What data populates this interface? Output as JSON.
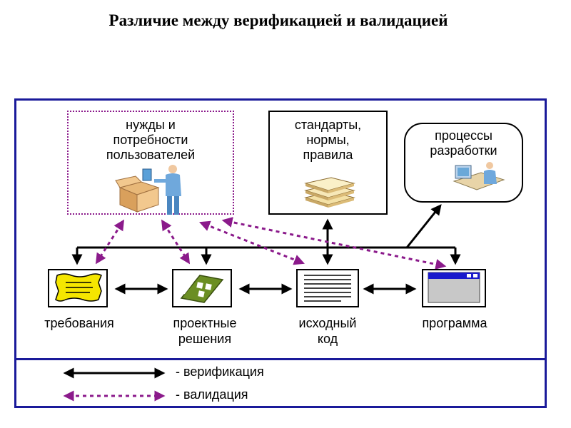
{
  "title": "Различие между верификацией и валидацией",
  "top_boxes": {
    "needs": "нужды и\nпотребности\nпользователей",
    "standards": "стандарты,\nнормы,\nправила",
    "processes": "процессы\nразработки"
  },
  "artifacts": [
    {
      "label": "требования"
    },
    {
      "label": "проектные\nрешения"
    },
    {
      "label": "исходный\nкод"
    },
    {
      "label": "программа"
    }
  ],
  "legend": {
    "verification": "- верификация",
    "validation": "- валидация"
  },
  "colors": {
    "verification_arrow": "#000000",
    "validation_arrow": "#8b1a8b",
    "frame": "#1a1a9a",
    "requirements_doc": "#f5e600",
    "design_doc": "#6b8e23",
    "program_titlebar": "#1a1acc"
  },
  "icons": {
    "needs": "user-with-box-icon",
    "standards": "paper-stack-icon",
    "processes": "developer-at-desk-icon",
    "requirements": "yellow-scroll-document-icon",
    "design": "blueprint-document-icon",
    "code": "text-lines-document-icon",
    "program": "application-window-icon"
  }
}
